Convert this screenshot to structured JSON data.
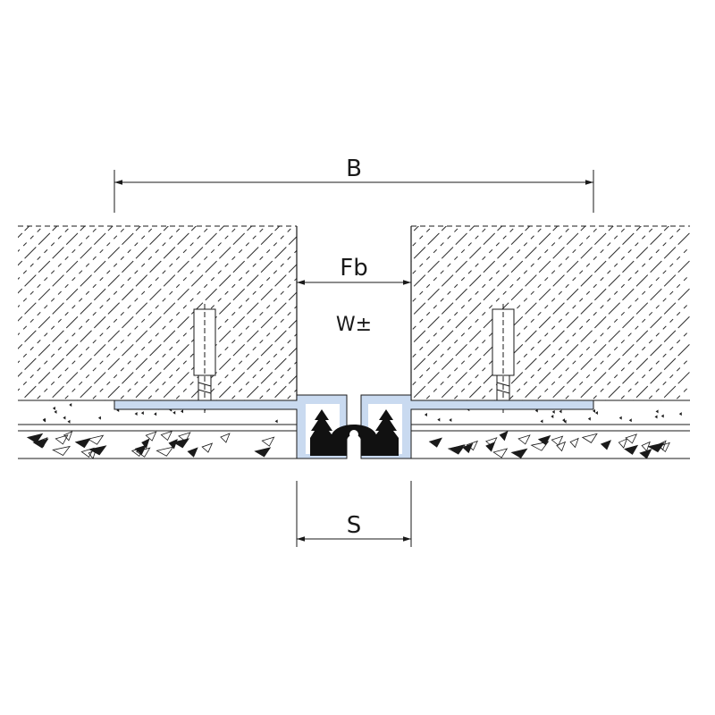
{
  "labels": {
    "overall_width": "B",
    "gap_width": "Fb",
    "movement": "W±",
    "profile_width": "S"
  },
  "colors": {
    "line": "#1a1a1a",
    "profile": "#c9daf0",
    "insert": "#111111",
    "hatch": "#2a2a2a",
    "background": "#ffffff"
  }
}
